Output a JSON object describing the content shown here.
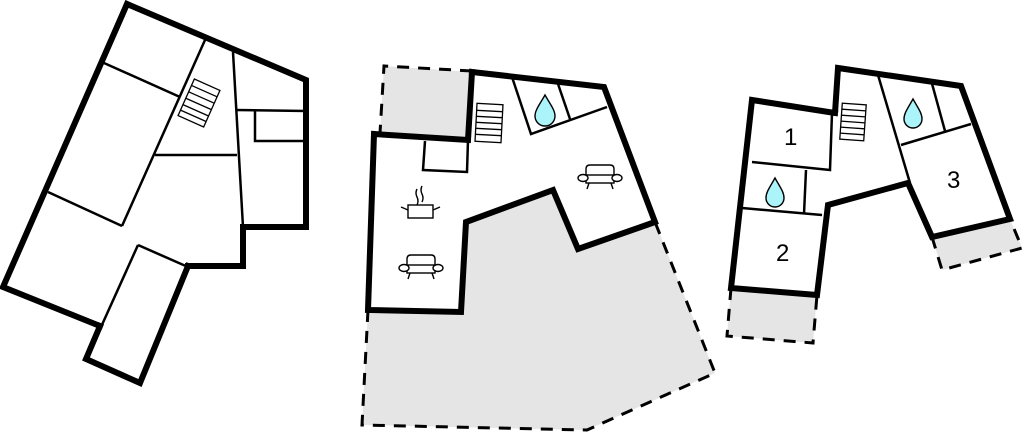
{
  "diagram": {
    "type": "floor-plan",
    "colors": {
      "wall": "#000000",
      "terrace": "#e5e5e5",
      "water": "#aaf4fa",
      "background": "#ffffff"
    },
    "buildings": [
      {
        "id": "left",
        "rooms": [],
        "icons": [
          "stairs-icon"
        ]
      },
      {
        "id": "middle",
        "icons": [
          "stairs-icon",
          "water-drop-icon",
          "cooking-pot-icon",
          "sofa-icon",
          "sofa-icon"
        ],
        "terraces": 2
      },
      {
        "id": "right",
        "rooms": [
          {
            "label": "1"
          },
          {
            "label": "2"
          },
          {
            "label": "3"
          }
        ],
        "icons": [
          "stairs-icon",
          "water-drop-icon",
          "water-drop-icon"
        ],
        "terraces": 2
      }
    ]
  }
}
